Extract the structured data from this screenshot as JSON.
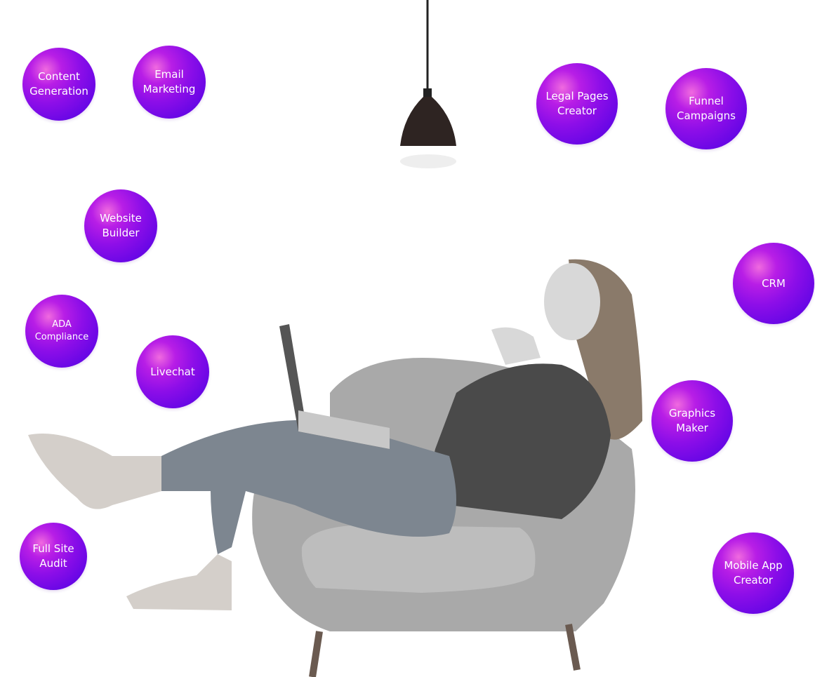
{
  "bubbles": [
    {
      "label": "Content Generation"
    },
    {
      "label": "Email Marketing"
    },
    {
      "label": "Legal Pages Creator"
    },
    {
      "label": "Funnel Campaigns"
    },
    {
      "label": "Website Builder"
    },
    {
      "label": "CRM"
    },
    {
      "label": "ADA Compliance"
    },
    {
      "label": "Livechat"
    },
    {
      "label": "Graphics Maker"
    },
    {
      "label": "Full Site Audit"
    },
    {
      "label": "Mobile App Creator"
    }
  ],
  "colors": {
    "bubble_dark": "#5a05d8",
    "bubble_mid": "#8d0ee8",
    "bubble_highlight": "#f06adf"
  }
}
